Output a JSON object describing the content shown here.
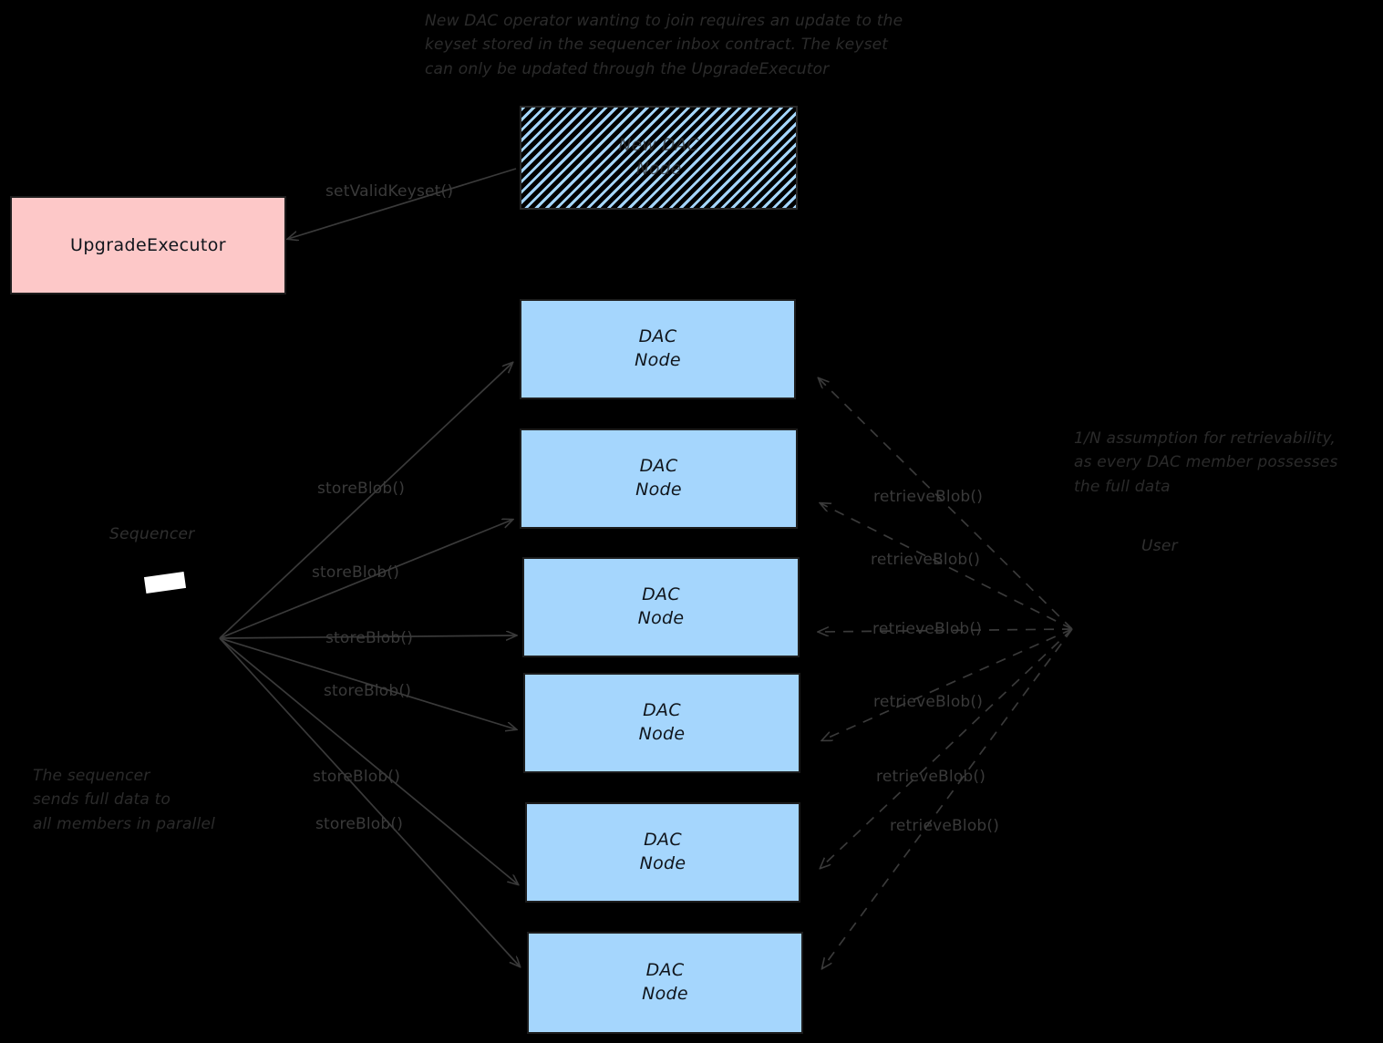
{
  "diagram": {
    "background": "#000000",
    "node_fill": "#a5d6fd",
    "pink_fill": "#fdc8c8",
    "stroke": "#1d1d1d",
    "line_color": "#3a3a3a"
  },
  "notes": {
    "top": "New DAC operator wanting to join requires an update to the\nkeyset stored in the sequencer inbox contract. The keyset\ncan only be updated through the UpgradeExecutor",
    "right": "1/N assumption for retrievability,\nas every DAC member possesses\nthe full data",
    "bottom_left": "The sequencer\nsends full data to\nall members in parallel"
  },
  "actors": {
    "sequencer": "Sequencer",
    "user": "User"
  },
  "boxes": {
    "new_dac_node": "New DAC\nNode",
    "upgrade_executor": "UpgradeExecutor",
    "dac_nodes": [
      "DAC\nNode",
      "DAC\nNode",
      "DAC\nNode",
      "DAC\nNode",
      "DAC\nNode",
      "DAC\nNode"
    ]
  },
  "edges": {
    "set_valid_keyset": "setValidKeyset()",
    "store_blob": [
      "storeBlob()",
      "storeBlob()",
      "storeBlob()",
      "storeBlob()",
      "storeBlob()",
      "storeBlob()"
    ],
    "retrieve_blob": [
      "retrieveBlob()",
      "retrieveBlob()",
      "retrieveBlob()",
      "retrieveBlob()",
      "retrieveBlob()",
      "retrieveBlob()"
    ]
  }
}
